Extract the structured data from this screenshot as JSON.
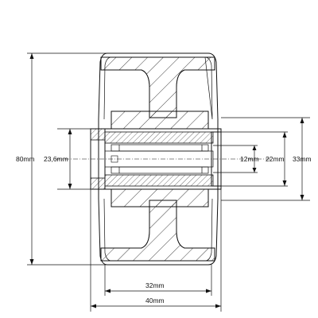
{
  "drawing": {
    "colors": {
      "line": "#111111",
      "hatch": "#111111",
      "background": "#ffffff"
    },
    "dimensions": {
      "outer_diameter": "80mm",
      "hub_length": "40mm",
      "tread_width": "32mm",
      "bore_left": "23,6mm",
      "shaft_diameter": "12mm",
      "sleeve_diameter": "22mm",
      "bearing_outer": "33mm"
    }
  }
}
